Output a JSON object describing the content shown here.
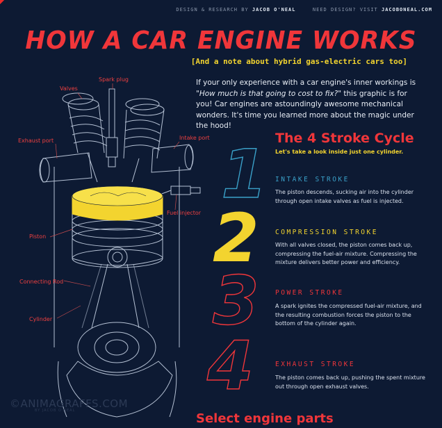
{
  "credits": {
    "design_label": "DESIGN & RESEARCH BY",
    "author": "JACOB O'NEAL",
    "need_label": "NEED DESIGN? VISIT",
    "site": "JACOBONEAL.COM"
  },
  "title": "HOW A CAR ENGINE WORKS",
  "subtitle": "[And a note about hybrid gas-electric cars too]",
  "intro": {
    "part1": "If your only experience with a car engine's inner workings is ",
    "quote": "\"How much is that going to cost to fix?\"",
    "part2": " this graphic is for you! Car engines are astoundingly awesome mechanical wonders. It's time you learned more about the magic under the hood!"
  },
  "cycle": {
    "title": "The 4 Stroke Cycle",
    "subtitle": "Let's take a look inside just one cylinder.",
    "digits": [
      "1",
      "2",
      "3",
      "4"
    ],
    "strokes": [
      {
        "heading": "INTAKE STROKE",
        "color": "#3aa0c8",
        "text": "The piston descends, sucking air into the cylinder through open intake valves as fuel is injected."
      },
      {
        "heading": "COMPRESSION STROKE",
        "color": "#f3d42f",
        "text": "With all valves closed, the piston comes back up, compressing the fuel-air mixture. Compressing the mixture delivers better power and efficiency."
      },
      {
        "heading": "POWER STROKE",
        "color": "#f0363a",
        "text": "A spark ignites the compressed fuel-air mixture, and the resulting combustion forces the piston to the bottom of the cylinder again."
      },
      {
        "heading": "EXHAUST STROKE",
        "color": "#f0363a",
        "text": "The piston comes back up, pushing the spent mixture out through open exhaust valves."
      }
    ]
  },
  "parts": {
    "spark_plug": "Spark plug",
    "valves": "Valves",
    "exhaust_port": "Exhaust port",
    "intake_port": "Intake port",
    "fuel_injector": "Fuel injector",
    "piston": "Piston",
    "connecting_rod": "Connecting Rod",
    "cylinder": "Cylinder"
  },
  "watermark": {
    "name": "©ANIMAGRAFFS.COM",
    "sub": "BY JACOB O'NEAL"
  },
  "footer": {
    "select_parts": "Select engine parts"
  },
  "colors": {
    "background": "#0d1a33",
    "red": "#f0363a",
    "yellow": "#f3d42f",
    "blue": "#3aa0c8",
    "line": "#c8d4e6"
  }
}
